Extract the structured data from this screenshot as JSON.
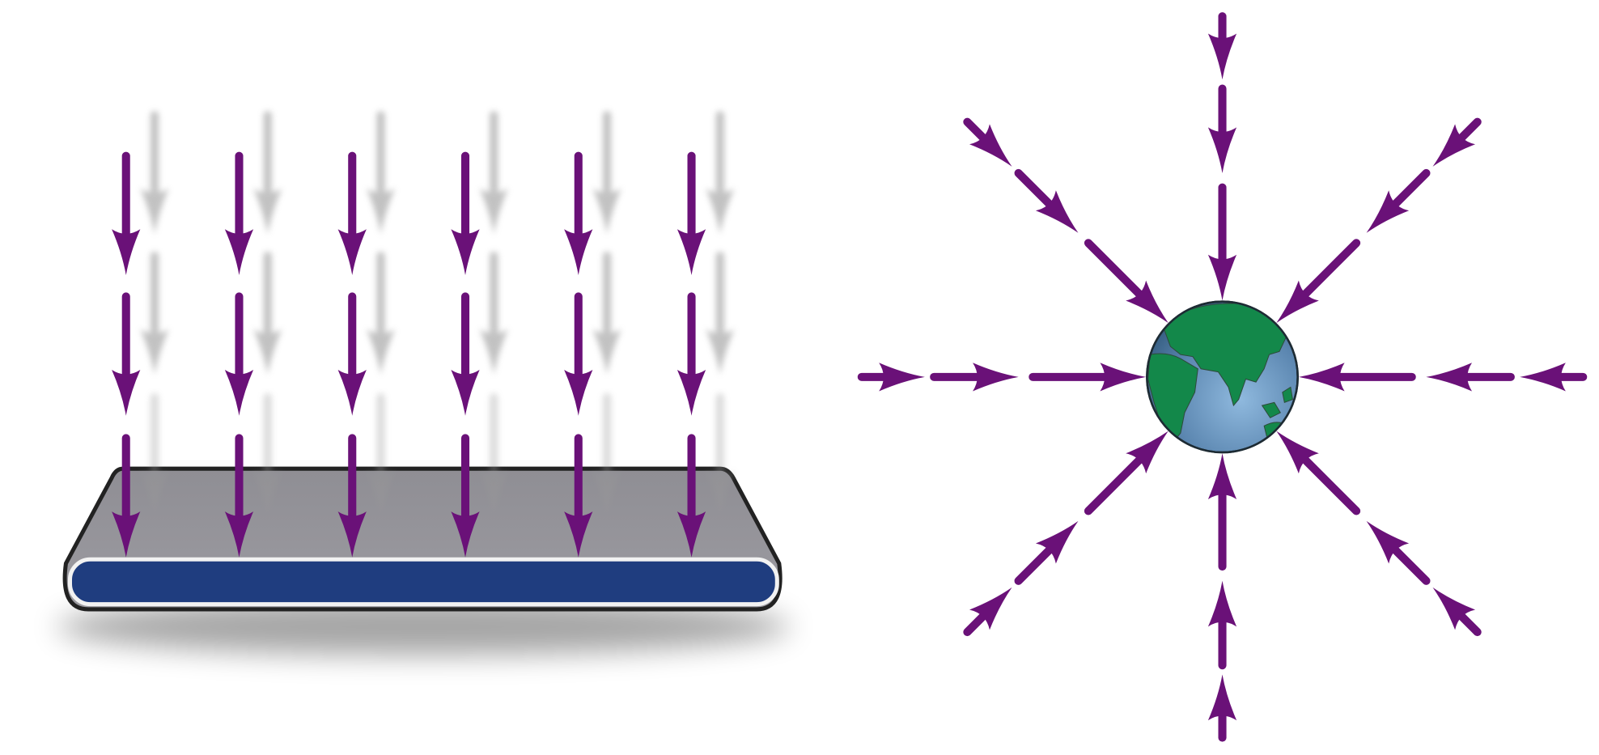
{
  "colors": {
    "arrow": "#6a1178",
    "ghost_arrow": "#9a9a9a",
    "plate_top": "#96959b",
    "plate_edge": "#222222",
    "plate_bar": "#1f3d7f",
    "earth_ocean": "#5b86b0",
    "earth_land": "#13884a"
  },
  "uniform_field": {
    "columns": 6,
    "segments_per_column": 3
  },
  "radial_field": {
    "directions": 8,
    "segments_per_direction": 3
  }
}
